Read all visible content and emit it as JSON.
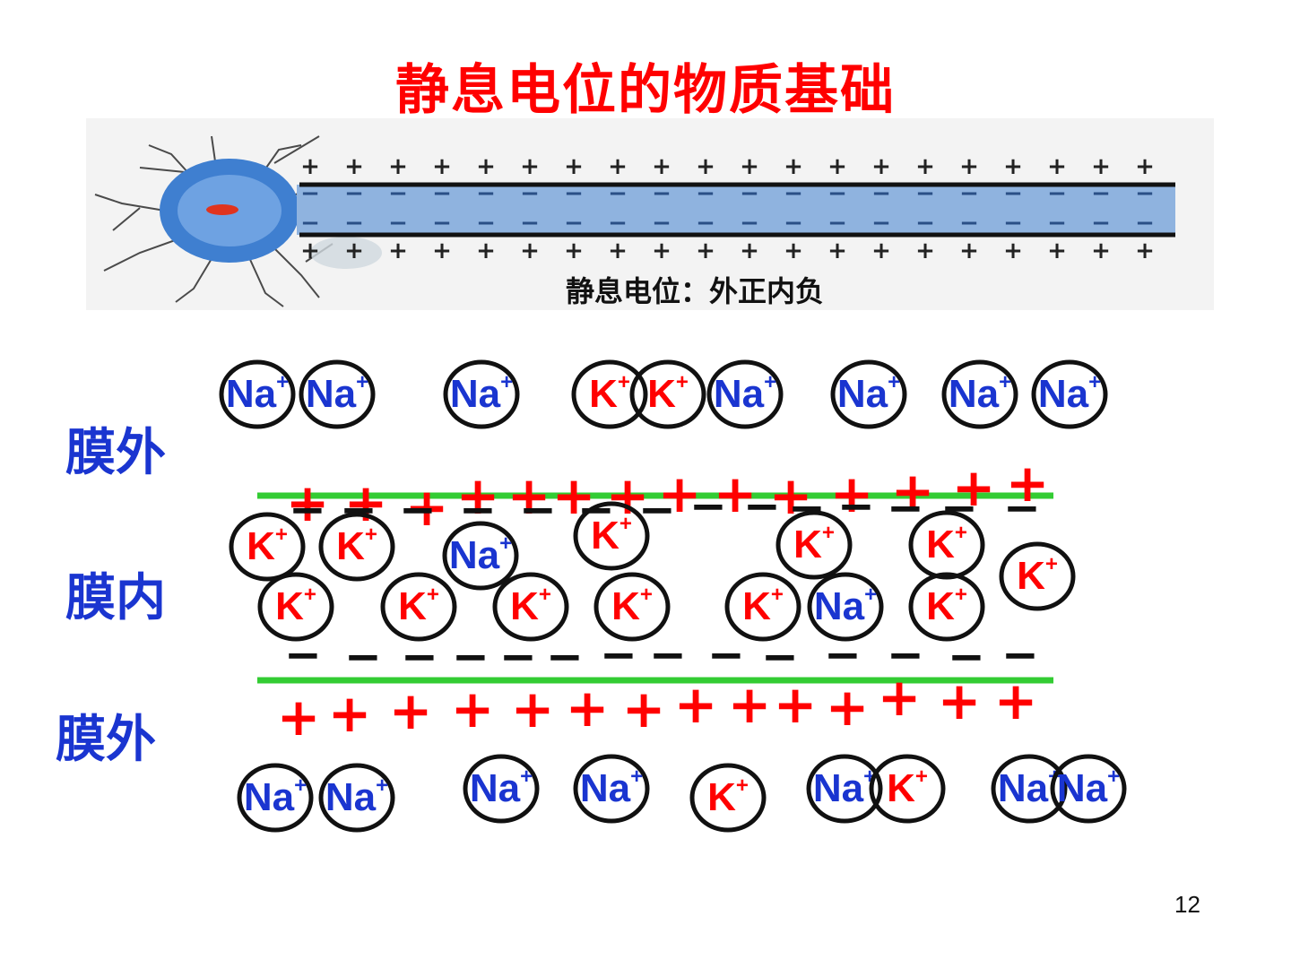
{
  "title": "静息电位的物质基础",
  "neuron": {
    "caption": "静息电位：外正内负",
    "plus_sign": "+",
    "minus_sign": "−"
  },
  "labels": {
    "outside_top": "膜外",
    "inside": "膜内",
    "outside_bottom": "膜外"
  },
  "page_number": "12",
  "ions": {
    "na": {
      "symbol": "Na",
      "charge": "+"
    },
    "k": {
      "symbol": "K",
      "charge": "+"
    }
  },
  "charges": {
    "plus": "+",
    "minus": "−"
  },
  "colors": {
    "title": "#ff0000",
    "label": "#1a35d0",
    "na_ion": "#1a35d0",
    "k_ion": "#ff0000",
    "membrane": "#33cc33",
    "plus_charge": "#ff0000",
    "minus_charge": "#111111",
    "axon": "#8fb3df",
    "soma": "#3f7fd0"
  }
}
